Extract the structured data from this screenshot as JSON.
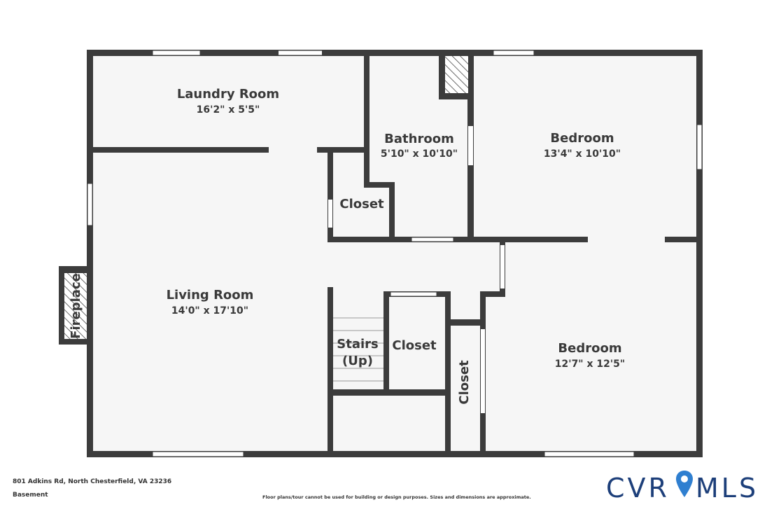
{
  "rooms": {
    "laundry": {
      "name": "Laundry Room",
      "dims": "16'2\" x 5'5\""
    },
    "bathroom": {
      "name": "Bathroom",
      "dims": "5'10\" x 10'10\""
    },
    "bedroom1": {
      "name": "Bedroom",
      "dims": "13'4\" x 10'10\""
    },
    "closet1": {
      "name": "Closet"
    },
    "living": {
      "name": "Living Room",
      "dims": "14'0\" x 17'10\""
    },
    "stairs": {
      "line1": "Stairs",
      "line2": "(Up)"
    },
    "closet2": {
      "name": "Closet"
    },
    "closet3": {
      "name": "Closet"
    },
    "bedroom2": {
      "name": "Bedroom",
      "dims": "12'7\" x 12'5\""
    },
    "fireplace": {
      "name": "Fireplace"
    }
  },
  "footer": {
    "address": "801 Adkins Rd, North Chesterfield, VA 23236",
    "level": "Basement",
    "disclaimer": "Floor plans/tour cannot be used for building or design purposes. Sizes and dimensions are approximate."
  },
  "logo": {
    "left": "CVR",
    "right": "MLS",
    "pin_color": "#2f7fd0",
    "text_color": "#1d3f7a"
  },
  "colors": {
    "wall": "#3c3c3c",
    "floor": "#f6f6f6",
    "window": "#ffffff"
  }
}
